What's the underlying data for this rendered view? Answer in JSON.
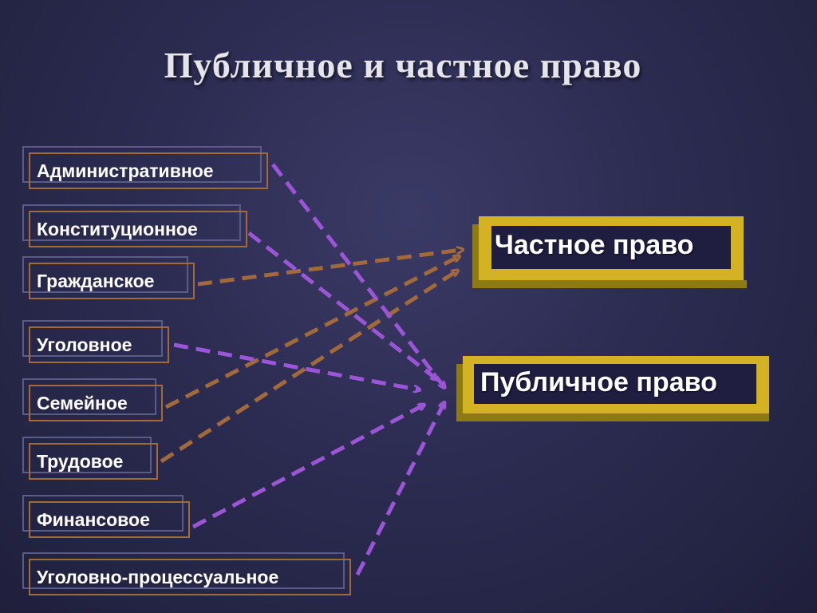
{
  "title": "Публичное  и частное право",
  "left_items": [
    {
      "id": "admin",
      "label": "Административное"
    },
    {
      "id": "const",
      "label": "Конституционное"
    },
    {
      "id": "civil",
      "label": "Гражданское"
    },
    {
      "id": "criminal",
      "label": "Уголовное"
    },
    {
      "id": "family",
      "label": "Семейное"
    },
    {
      "id": "labor",
      "label": "Трудовое"
    },
    {
      "id": "finance",
      "label": "Финансовое"
    },
    {
      "id": "procedure",
      "label": "Уголовно-процессуальное"
    }
  ],
  "targets": {
    "private": {
      "label": "Частное право"
    },
    "public": {
      "label": "Публичное право"
    }
  },
  "links": [
    {
      "from": "admin",
      "to": "public"
    },
    {
      "from": "const",
      "to": "public"
    },
    {
      "from": "civil",
      "to": "private"
    },
    {
      "from": "criminal",
      "to": "public"
    },
    {
      "from": "family",
      "to": "private"
    },
    {
      "from": "labor",
      "to": "private"
    },
    {
      "from": "finance",
      "to": "public"
    },
    {
      "from": "procedure",
      "to": "public"
    }
  ],
  "colors": {
    "background": "#2c2c52",
    "box_outline": "#a26a3a",
    "box_shadow_outline": "#5a5b86",
    "target_gold": "#d3b323",
    "private_arrow": "#a26a3a",
    "public_arrow": "#9b55d6"
  }
}
